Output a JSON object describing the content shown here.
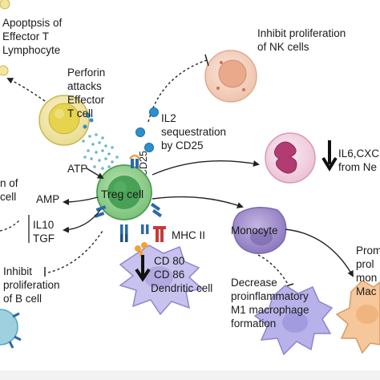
{
  "labels": {
    "apoptosis": [
      "Apoptpsis of",
      "Effector T",
      "Lymphocyte"
    ],
    "perforin": [
      "Perforin",
      "attacks",
      "Effector",
      "T cell"
    ],
    "nk": [
      "Inhibit proliferation",
      "of NK cells"
    ],
    "il2": [
      "IL2",
      "sequestration",
      "by CD25"
    ],
    "cd25": "CD25",
    "atp": "ATP",
    "amp": "AMP",
    "il10": "IL10",
    "tgf": "TGF",
    "left_partial": [
      "n of",
      "cell"
    ],
    "treg": "Treg cell",
    "mhc": "MHC II",
    "cd80": "CD 80",
    "cd86": "CD 86",
    "dendritic": "Dendritic cell",
    "bcell": [
      "Inhibit",
      "proliferation",
      "of B cell"
    ],
    "neutro": [
      "IL6,CXC",
      "from Ne"
    ],
    "monocyte": "Monocyte",
    "m1": [
      "Decrease",
      "proinflammatory",
      "M1 macrophage",
      "formation"
    ],
    "m2": [
      "Prom",
      "prol",
      "mon",
      "Mac"
    ]
  },
  "colors": {
    "treg_outer": "#8fcf86",
    "treg_inner": "#3f9b4f",
    "effector_outer": "#f3ecb2",
    "effector_inner": "#e6d24a",
    "nk_cell": "#f7d8c6",
    "nk_nucleus": "#e9aa8c",
    "neutrophil": "#f4d9e6",
    "neutrophil_nucleus": "#b03c72",
    "monocyte": "#a996cf",
    "dendritic": "#c8c2ee",
    "macrophage_m1": "#b8b2ea",
    "macrophage_m2": "#f6c79a",
    "il2_dot": "#2c8fd0",
    "granule": "#66b6c8",
    "receptor_blue": "#2a6aa8",
    "receptor_red": "#c9393a",
    "receptor_orange": "#f0a33a"
  }
}
